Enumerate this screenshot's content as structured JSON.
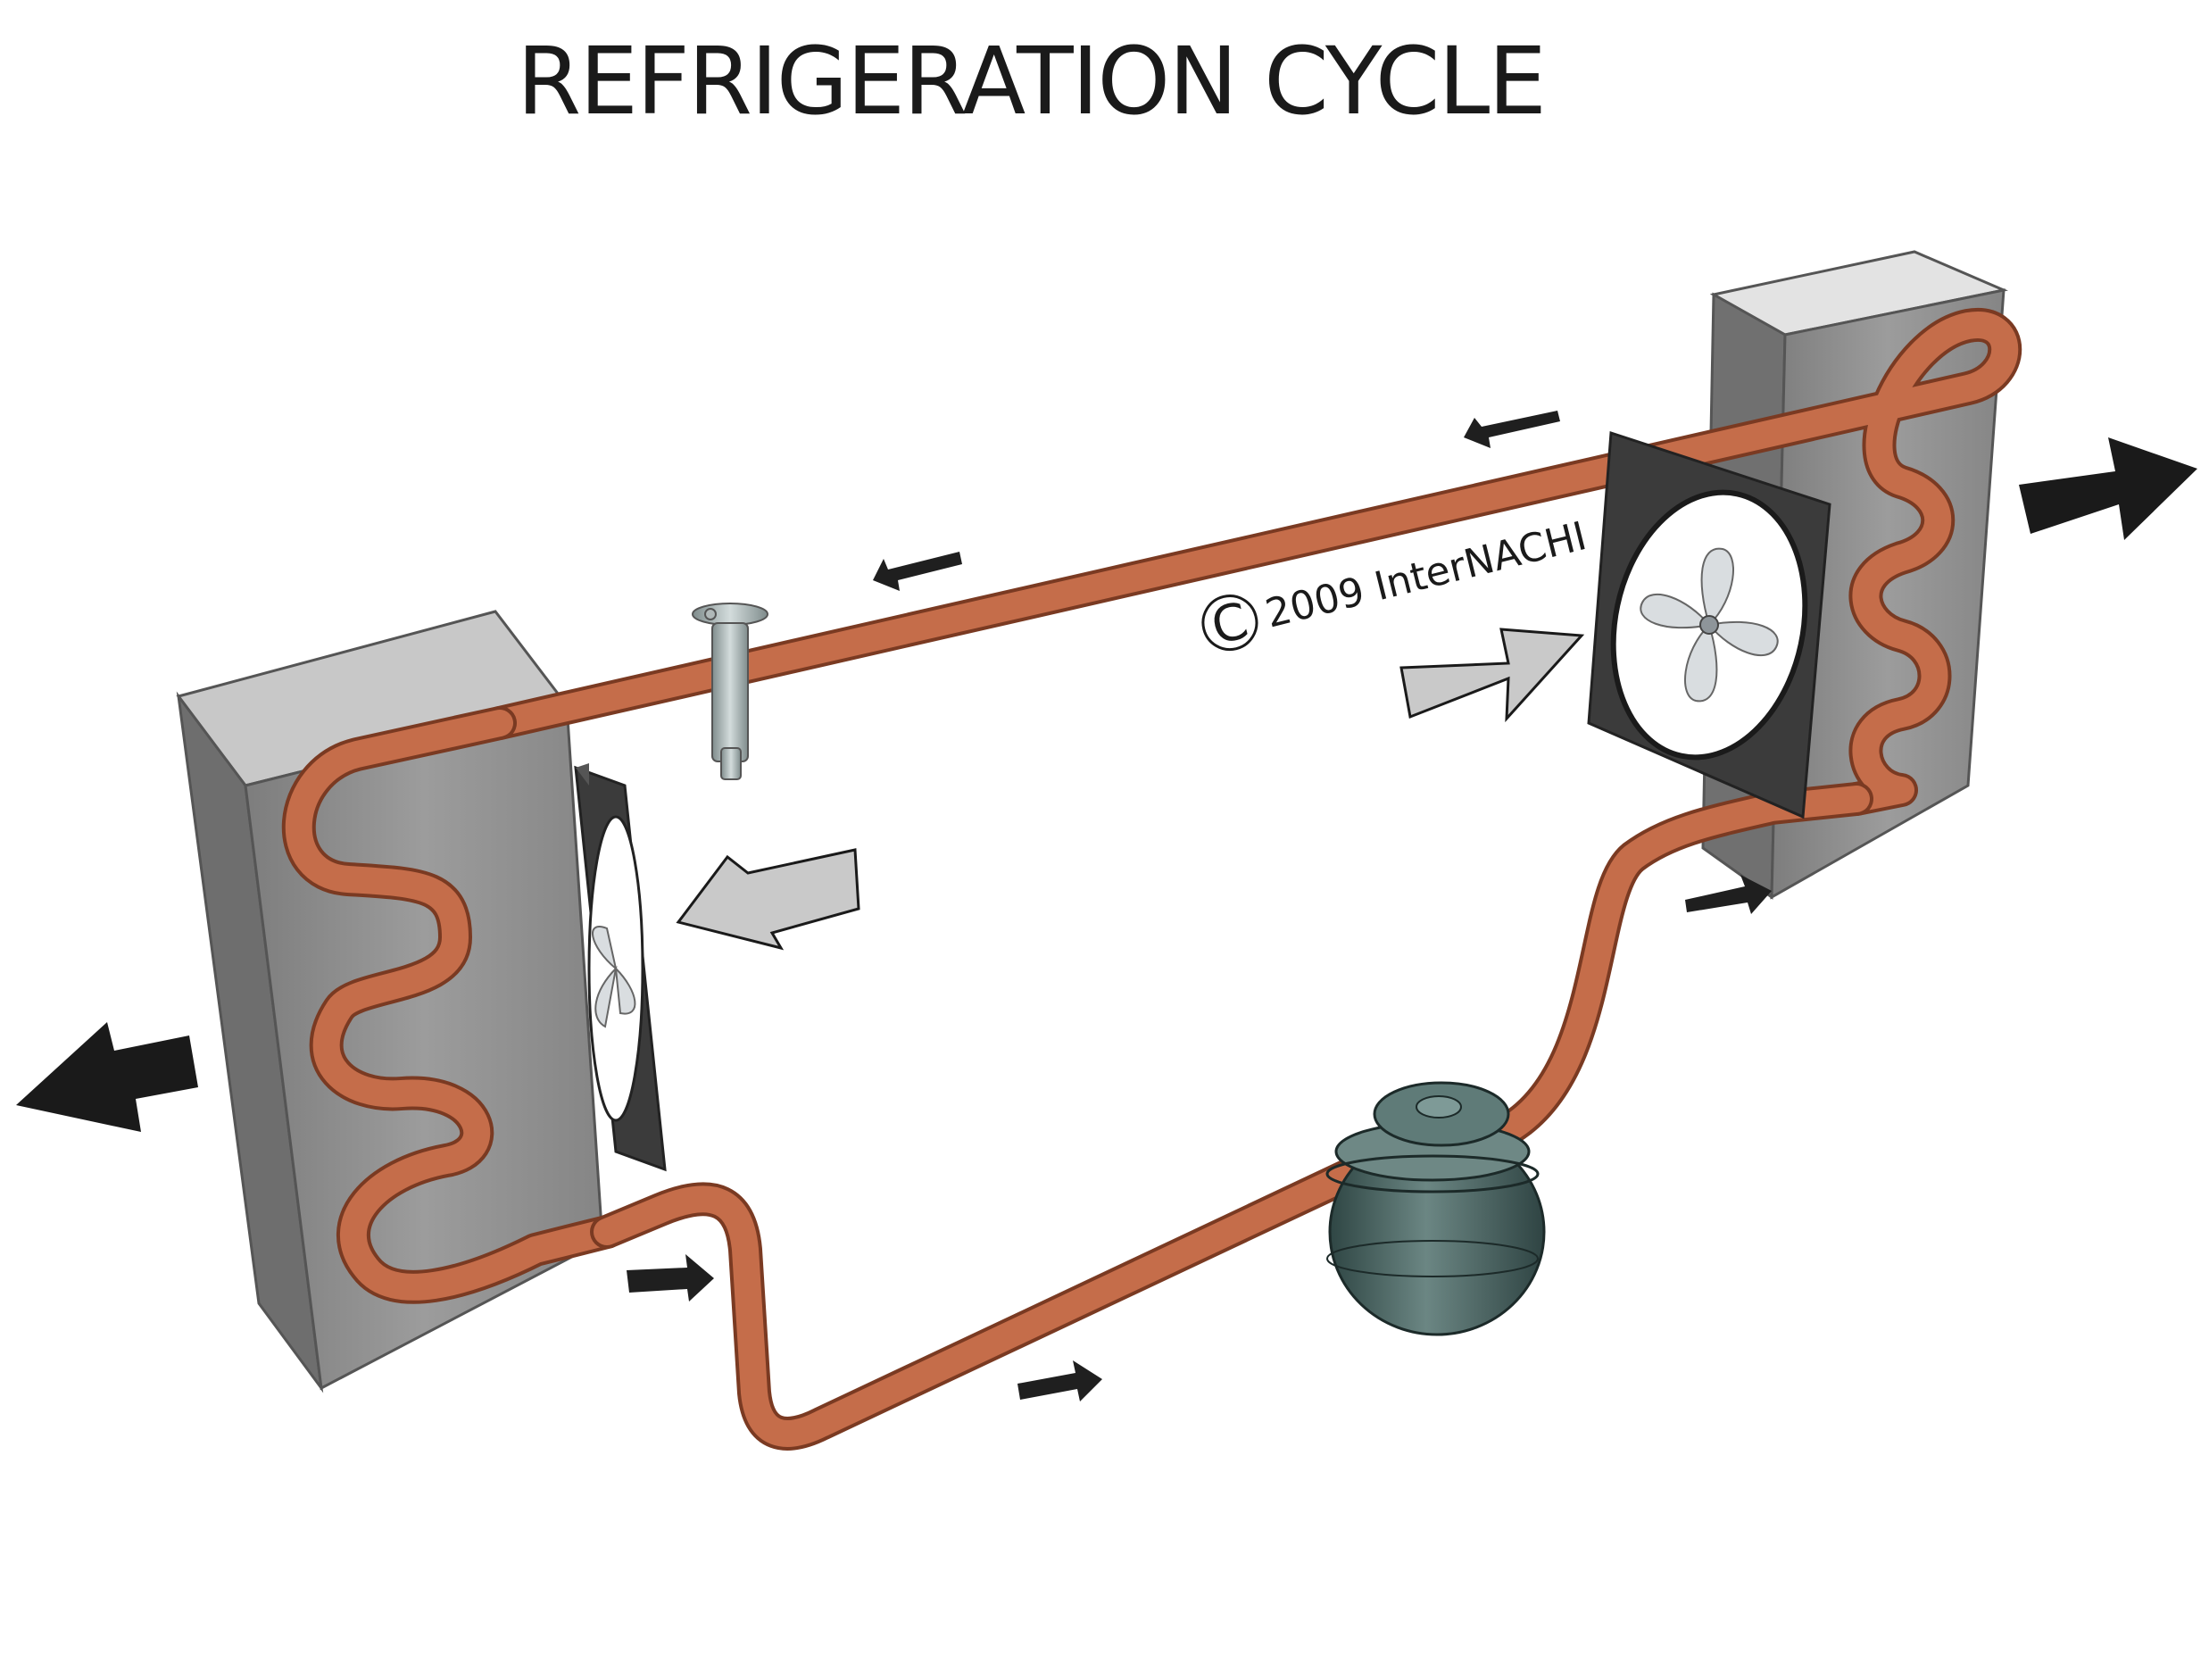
{
  "title": "REFRIGERATION CYCLE",
  "copyright": {
    "symbol": "C",
    "text": "2009 InterNACHI"
  },
  "components": {
    "left_coil": "condenser-coil",
    "right_coil": "evaporator-coil",
    "valve": "expansion-valve",
    "pump": "compressor"
  },
  "colors": {
    "pipe": "#c56d4a",
    "block": "#8f8f8f",
    "fan_frame": "#3b3b3b",
    "compressor": "#4e6663",
    "flow_arrow": "#1f1f1f",
    "air_arrow": "#c9c9c9"
  }
}
